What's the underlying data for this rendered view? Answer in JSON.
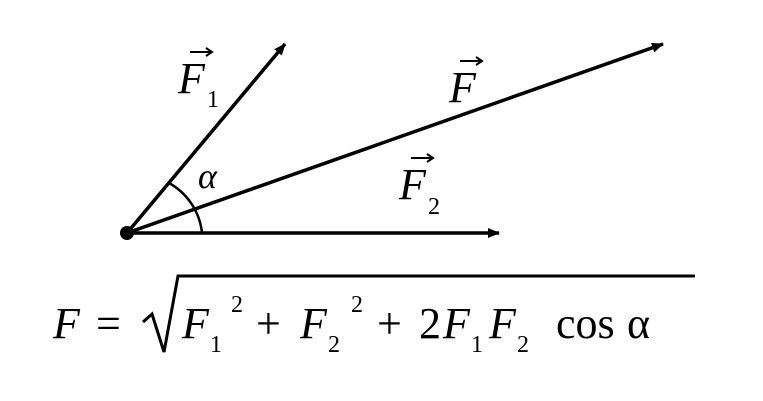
{
  "diagram": {
    "vector_f1": {
      "symbol": "F",
      "subscript": "1"
    },
    "vector_f2": {
      "symbol": "F",
      "subscript": "2"
    },
    "vector_f": {
      "symbol": "F"
    },
    "angle_label": "α",
    "stroke_color": "#000000",
    "background_color": "#ffffff"
  },
  "formula": {
    "lhs": "F",
    "equals": "=",
    "term1_symbol": "F",
    "term1_sub": "1",
    "term1_exp": "2",
    "plus1": "+",
    "term2_symbol": "F",
    "term2_sub": "2",
    "term2_exp": "2",
    "plus2": "+",
    "coef": "2",
    "prod1_symbol": "F",
    "prod1_sub": "1",
    "prod2_symbol": "F",
    "prod2_sub": "2",
    "cos": "cos",
    "alpha": "α"
  }
}
